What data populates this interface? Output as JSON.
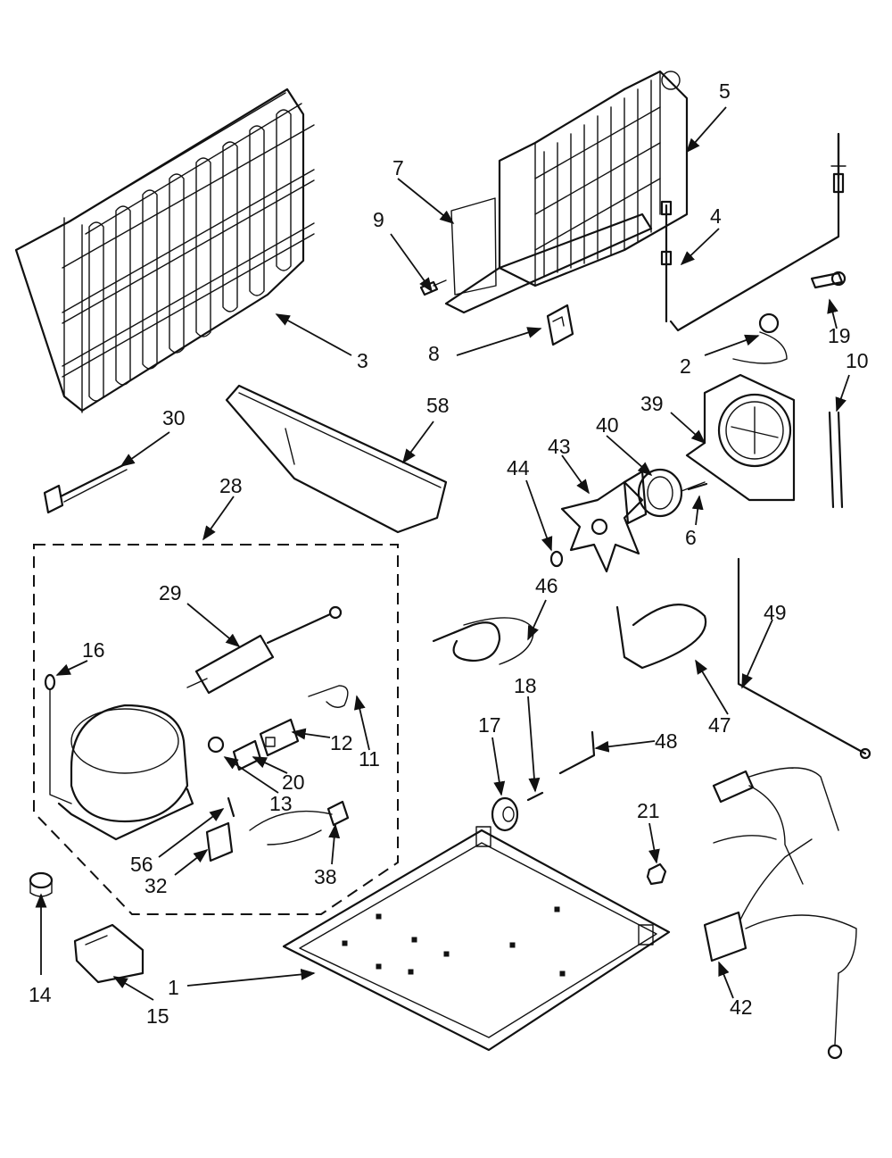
{
  "labels": {
    "l1": "1",
    "l2": "2",
    "l3": "3",
    "l4": "4",
    "l5": "5",
    "l6": "6",
    "l7": "7",
    "l8": "8",
    "l9": "9",
    "l10": "10",
    "l11": "11",
    "l12": "12",
    "l13": "13",
    "l14": "14",
    "l15": "15",
    "l16": "16",
    "l17": "17",
    "l18": "18",
    "l19": "19",
    "l20": "20",
    "l21": "21",
    "l28": "28",
    "l29": "29",
    "l30": "30",
    "l32": "32",
    "l38": "38",
    "l39": "39",
    "l40": "40",
    "l42": "42",
    "l43": "43",
    "l44": "44",
    "l46": "46",
    "l47": "47",
    "l48": "48",
    "l49": "49",
    "l56": "56",
    "l58": "58"
  },
  "colors": {
    "ink": "#111111",
    "paper": "#ffffff"
  }
}
